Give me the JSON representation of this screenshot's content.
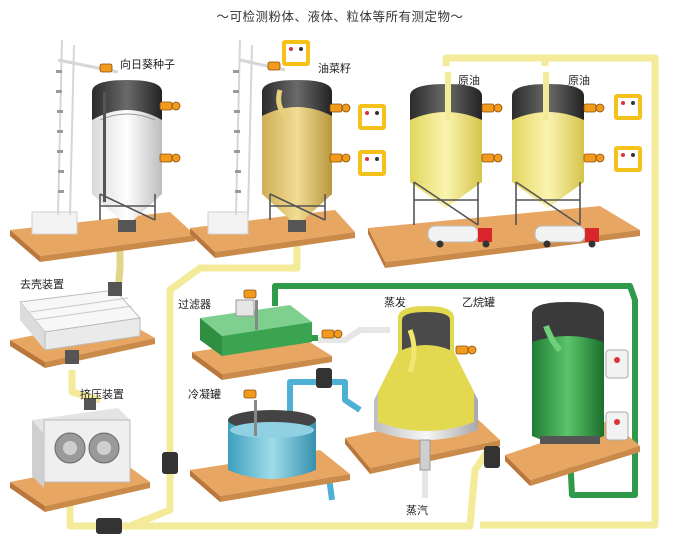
{
  "title": "～可检测粉体、液体、粒体等所有测定物～",
  "labels": {
    "sunflower": "向日葵种子",
    "rapeseed": "油菜籽",
    "crude1": "原油",
    "crude2": "原油",
    "dehuller": "去壳装置",
    "filter": "过滤器",
    "evaporator": "蒸发",
    "hexane": "乙烷罐",
    "press": "挤压装置",
    "condenser": "冷凝罐",
    "steam": "蒸汽"
  },
  "colors": {
    "platform": "#e7a763",
    "platform_side": "#b9773b",
    "pipe_yellow": "#f3ea9a",
    "pipe_green": "#2e9a4a",
    "pipe_blue": "#4fb0d6",
    "silo_dark": "#3b3b3b",
    "seed_white": "#e6e6e6",
    "seed_yellow": "#e2c770",
    "oil_yellow": "#f2ea86",
    "green_liquid": "#3c9e46",
    "water_blue": "#6fc2d8",
    "sensor_orange": "#f29a1e",
    "panel_yellow": "#f5c21b",
    "truck_red": "#d8262a"
  }
}
